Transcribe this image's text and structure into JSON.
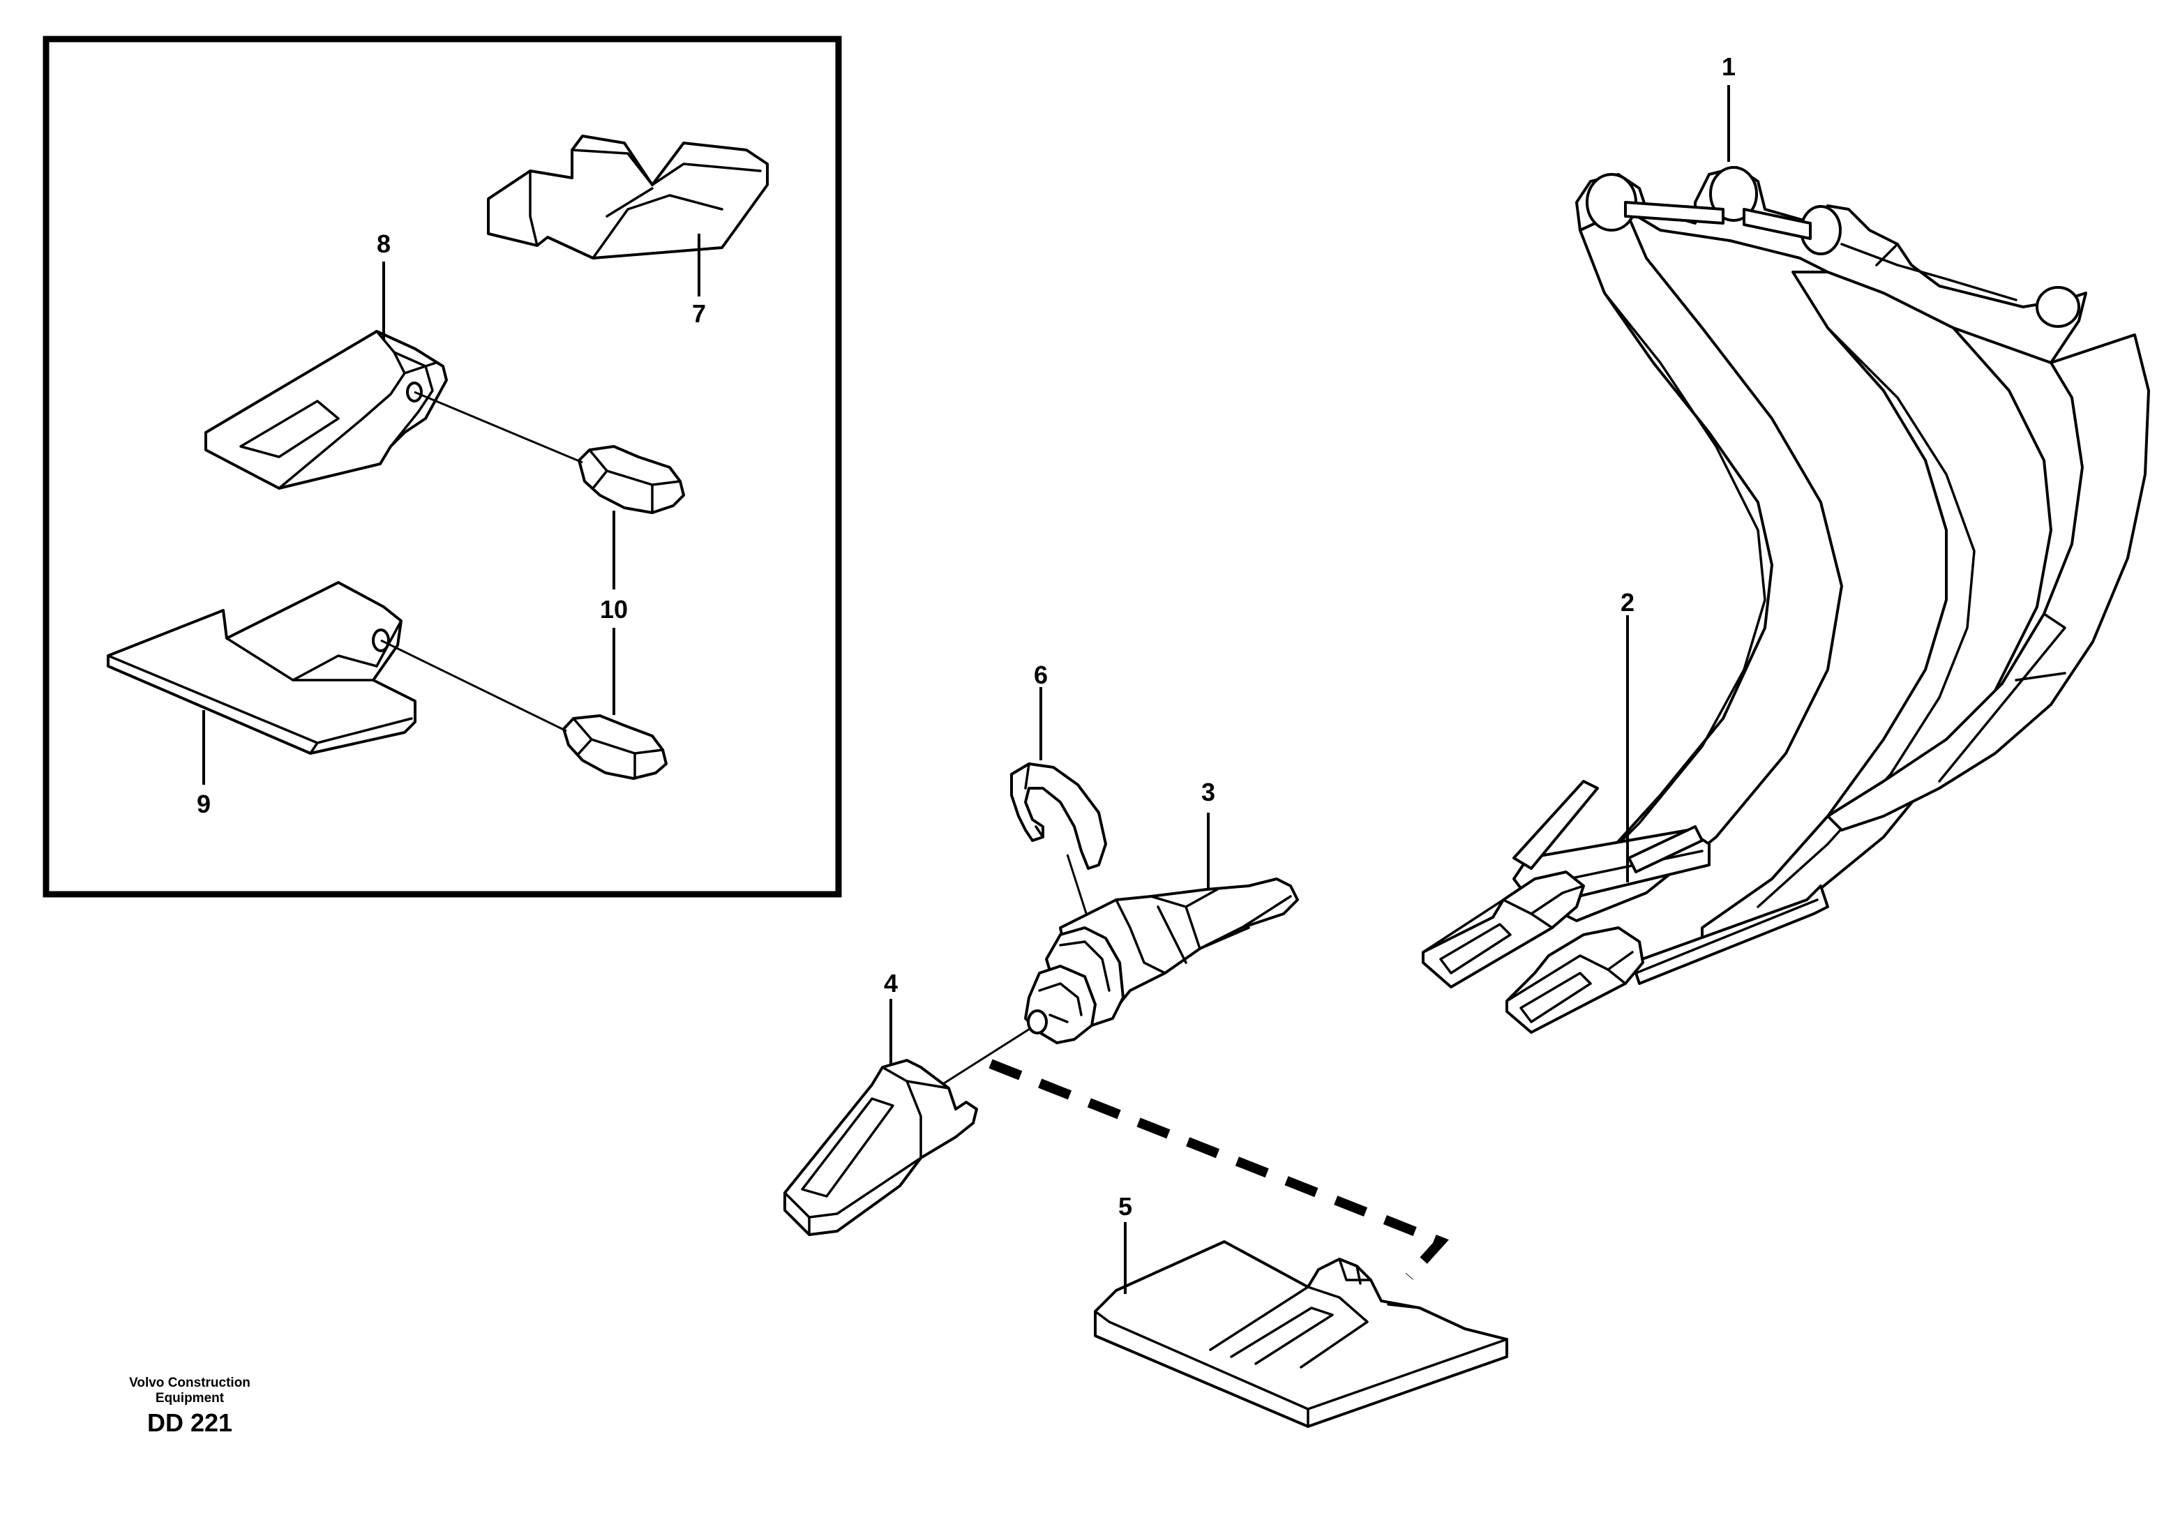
{
  "callouts": {
    "c1": "1",
    "c2": "2",
    "c3": "3",
    "c4": "4",
    "c5": "5",
    "c6": "6",
    "c7": "7",
    "c8": "8",
    "c9": "9",
    "c10": "10"
  },
  "footer": {
    "company_line1": "Volvo Construction",
    "company_line2": "Equipment",
    "drawing_number": "DD 221"
  }
}
